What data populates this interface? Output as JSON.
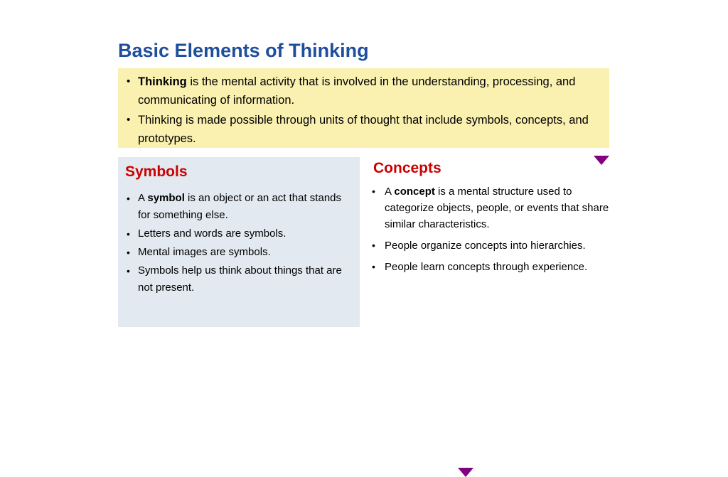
{
  "slide": {
    "title": "Basic Elements of Thinking",
    "intro": {
      "bullet_char": "•",
      "items": [
        {
          "bold": "Thinking",
          "rest": " is the mental activity that is involved in the understanding, processing, and communicating of information."
        },
        {
          "bold": "",
          "rest": "Thinking is made possible through units of thought that include symbols, concepts, and prototypes."
        }
      ]
    },
    "symbols_panel": {
      "heading": "Symbols",
      "bullet_char": "•",
      "items": [
        {
          "prefix": "A ",
          "bold": "symbol",
          "rest": " is an object or an act that stands for something else."
        },
        {
          "prefix": "",
          "bold": "",
          "rest": "Letters and words are symbols."
        },
        {
          "prefix": "",
          "bold": "",
          "rest": "Mental images are symbols."
        },
        {
          "prefix": "",
          "bold": "",
          "rest": "Symbols help us think about things that are not present."
        }
      ]
    },
    "concepts_panel": {
      "heading": "Concepts",
      "bullet_char": "•",
      "items": [
        {
          "prefix": "A ",
          "bold": "concept",
          "rest": " is a mental structure used to categorize objects, people, or events that share similar characteristics."
        },
        {
          "prefix": "",
          "bold": "",
          "rest": "People organize concepts into hierarchies."
        },
        {
          "prefix": "",
          "bold": "",
          "rest": "People learn concepts through experience."
        }
      ]
    },
    "colors": {
      "title": "#1F4E9C",
      "heading": "#CC0000",
      "intro_bg": "#FAF0B0",
      "panel_bg": "#E2E9F0",
      "marker": "#800080"
    }
  }
}
